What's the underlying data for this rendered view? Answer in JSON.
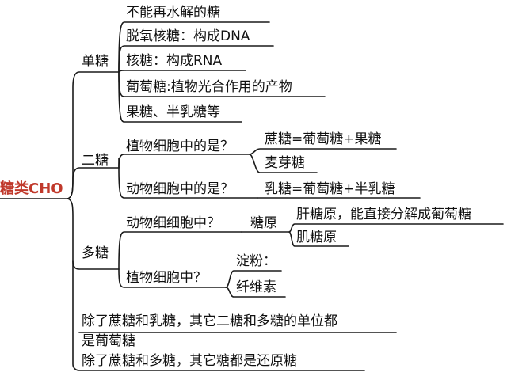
{
  "root": {
    "label": "糖类CHO"
  },
  "mono": {
    "label": "单糖",
    "items": [
      "不能再水解的糖",
      "脱氧核糖：构成DNA",
      "核糖：构成RNA",
      "葡萄糖:植物光合作用的产物",
      "果糖、半乳糖等"
    ]
  },
  "di": {
    "label": "二糖",
    "plant": {
      "q": "植物细胞中的是？",
      "a": "蔗糖=葡萄糖+果糖",
      "b": "麦芽糖"
    },
    "animal": {
      "q": "动物细胞中的是？",
      "a": "乳糖=葡萄糖+半乳糖"
    }
  },
  "poly": {
    "label": "多糖",
    "animal": {
      "q": "动物细细胞中？",
      "mid": "糖原",
      "a": "肝糖原，能直接分解成葡萄糖",
      "b": "肌糖原"
    },
    "plant": {
      "q": "植物细胞中？",
      "mid": "淀粉：",
      "a": "纤维素"
    }
  },
  "notes": {
    "line1": "除了蔗糖和乳糖，其它二糖和多糖的单位都",
    "line2": "是葡萄糖",
    "line3": "除了蔗糖和多糖，其它糖都是还原糖"
  },
  "colors": {
    "line": "#1a1a1a",
    "root": "#c0392b",
    "text": "#111111"
  }
}
